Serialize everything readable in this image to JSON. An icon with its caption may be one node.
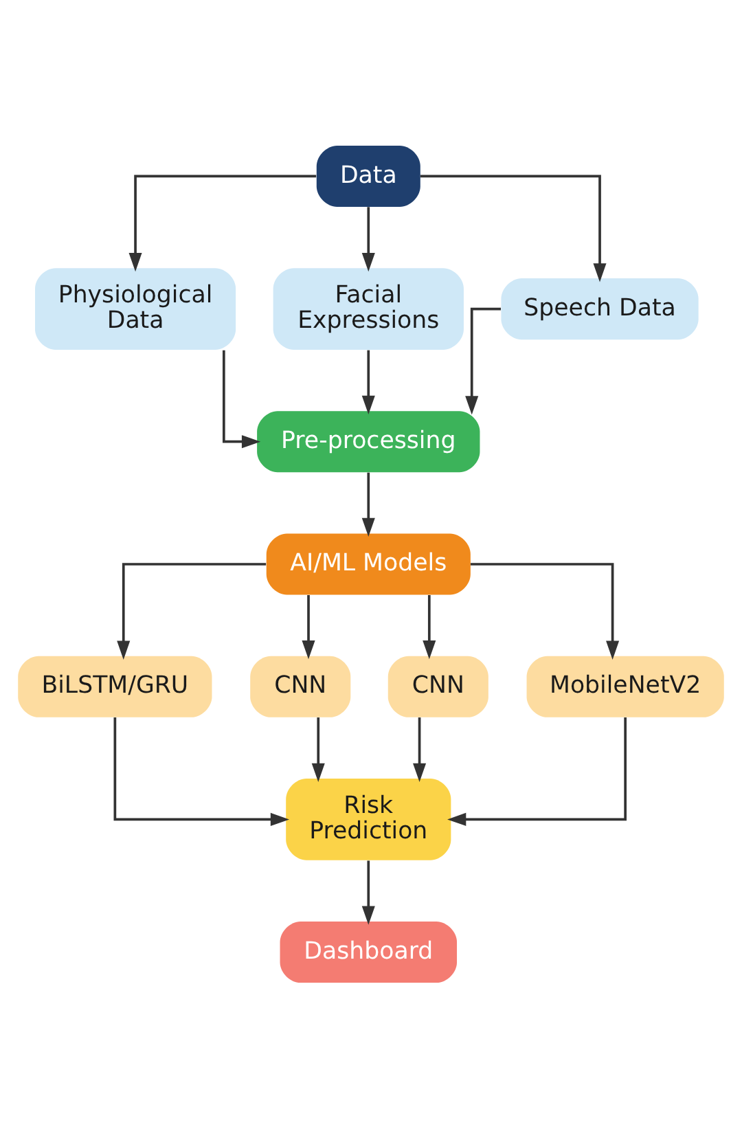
{
  "diagram": {
    "nodes": [
      {
        "text": [
          "Data"
        ]
      },
      {
        "text": [
          "Physiological Data"
        ]
      },
      {
        "text": [
          "Facial Expressions"
        ]
      },
      {
        "text": [
          "Speech Data"
        ]
      },
      {
        "text": [
          "Pre-processing"
        ]
      },
      {
        "text": [
          "AI/ML Models"
        ]
      },
      {
        "text": [
          "BiLSTM/GRU"
        ]
      },
      {
        "text": [
          "CNN"
        ]
      },
      {
        "text": [
          "CNN"
        ]
      },
      {
        "text": [
          "MobileNetV2"
        ]
      },
      {
        "text": [
          "Risk Prediction"
        ]
      },
      {
        "text": [
          "Dashboard"
        ]
      }
    ],
    "edges": [
      {
        "from": 0,
        "to": 1,
        "arrow": "to"
      },
      {
        "from": 0,
        "to": 2,
        "arrow": "to"
      },
      {
        "from": 0,
        "to": 3,
        "arrow": "to"
      },
      {
        "from": 1,
        "to": 4,
        "arrow": "to"
      },
      {
        "from": 2,
        "to": 4,
        "arrow": "to"
      },
      {
        "from": 3,
        "to": 4,
        "arrow": "to"
      },
      {
        "from": 4,
        "to": 5,
        "arrow": "to"
      },
      {
        "from": 5,
        "to": 6,
        "arrow": "to"
      },
      {
        "from": 5,
        "to": 7,
        "arrow": "to"
      },
      {
        "from": 5,
        "to": 8,
        "arrow": "to"
      },
      {
        "from": 5,
        "to": 9,
        "arrow": "to"
      },
      {
        "from": 6,
        "to": 10,
        "arrow": "to"
      },
      {
        "from": 7,
        "to": 10,
        "arrow": "to"
      },
      {
        "from": 8,
        "to": 10,
        "arrow": "to"
      },
      {
        "from": 9,
        "to": 10,
        "arrow": "to"
      },
      {
        "from": 10,
        "to": 11,
        "arrow": "to"
      }
    ]
  }
}
